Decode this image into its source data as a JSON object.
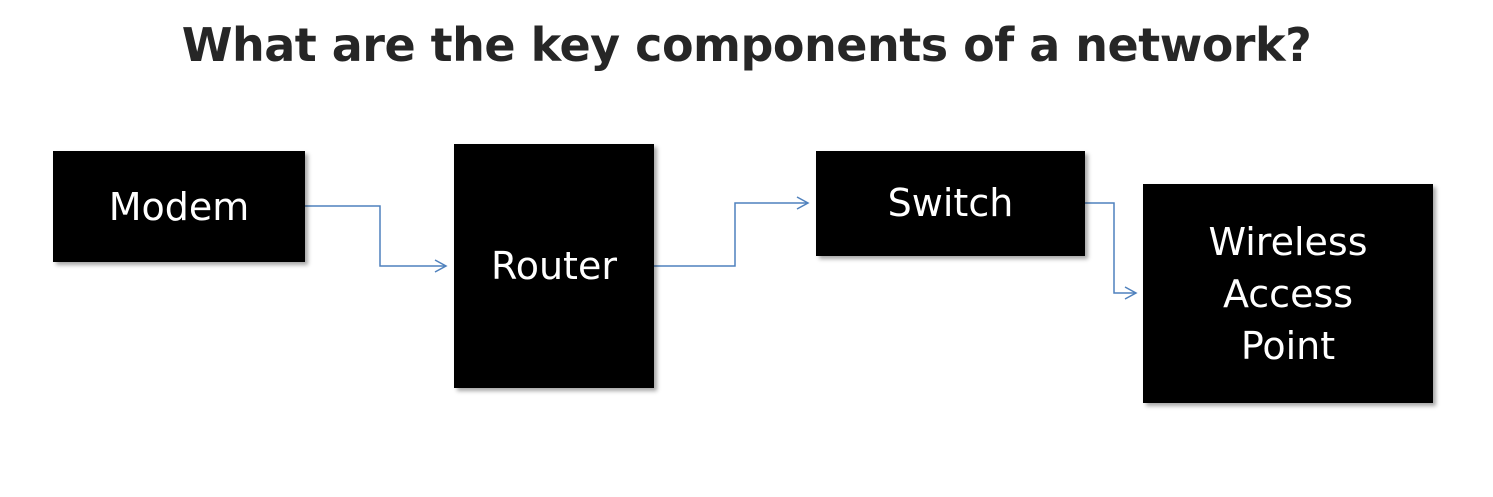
{
  "title": "What are the key components of a network?",
  "nodes": {
    "modem": "Modem",
    "router": "Router",
    "switch": "Switch",
    "wap": "Wireless\nAccess\nPoint"
  },
  "colors": {
    "node_fill": "#000000",
    "node_text": "#ffffff",
    "connector": "#4f81bd",
    "title_text": "#262626"
  }
}
